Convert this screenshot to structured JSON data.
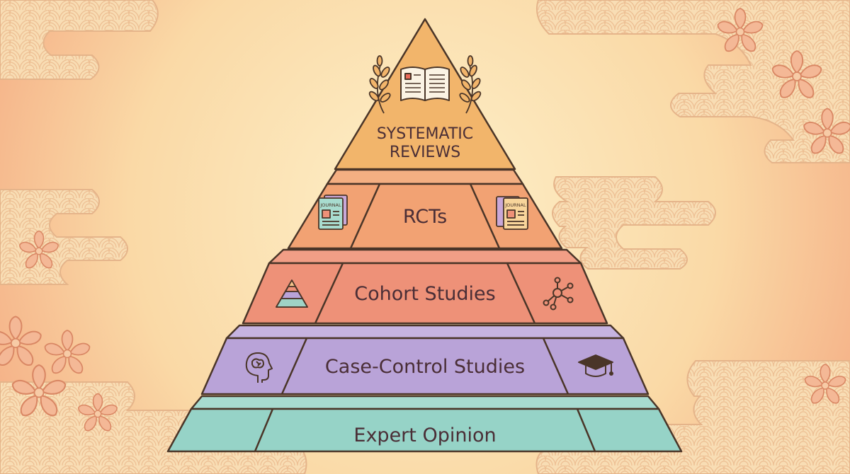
{
  "diagram": {
    "type": "evidence-pyramid",
    "tiers": [
      {
        "id": "systematic-reviews",
        "lines": [
          "SYSTEMATIC",
          "REVIEWS"
        ],
        "fill": "#F2B56B",
        "side_fill": "#F5C27D",
        "icons": [
          "open-book-icon",
          "laurel-left-icon",
          "laurel-right-icon"
        ]
      },
      {
        "id": "rcts",
        "lines": [
          "RCTs"
        ],
        "fill": "#F2A273",
        "side_fill": "#F4AF82",
        "icons": [
          "journal-left-icon",
          "journal-right-icon"
        ],
        "icon_text": "JOURNAL"
      },
      {
        "id": "cohort-studies",
        "lines": [
          "Cohort Studies"
        ],
        "fill": "#EE9178",
        "side_fill": "#F19E86",
        "icons": [
          "pyramid-icon",
          "network-icon"
        ]
      },
      {
        "id": "case-control-studies",
        "lines": [
          "Case-Control Studies"
        ],
        "fill": "#B9A3D8",
        "side_fill": "#C6B3E0",
        "icons": [
          "brain-head-icon",
          "graduation-cap-icon"
        ]
      },
      {
        "id": "expert-opinion",
        "lines": [
          "Expert Opinion"
        ],
        "fill": "#96D3C7",
        "side_fill": "#A7DBD0",
        "icons": []
      }
    ]
  },
  "colors": {
    "outline": "#4A3528",
    "label": "#4A2E36",
    "background_center": "#FCEBC0",
    "background_edge": "#F4A57C",
    "cloud": "#F7DDB3",
    "blossom": "#F2B08F"
  }
}
